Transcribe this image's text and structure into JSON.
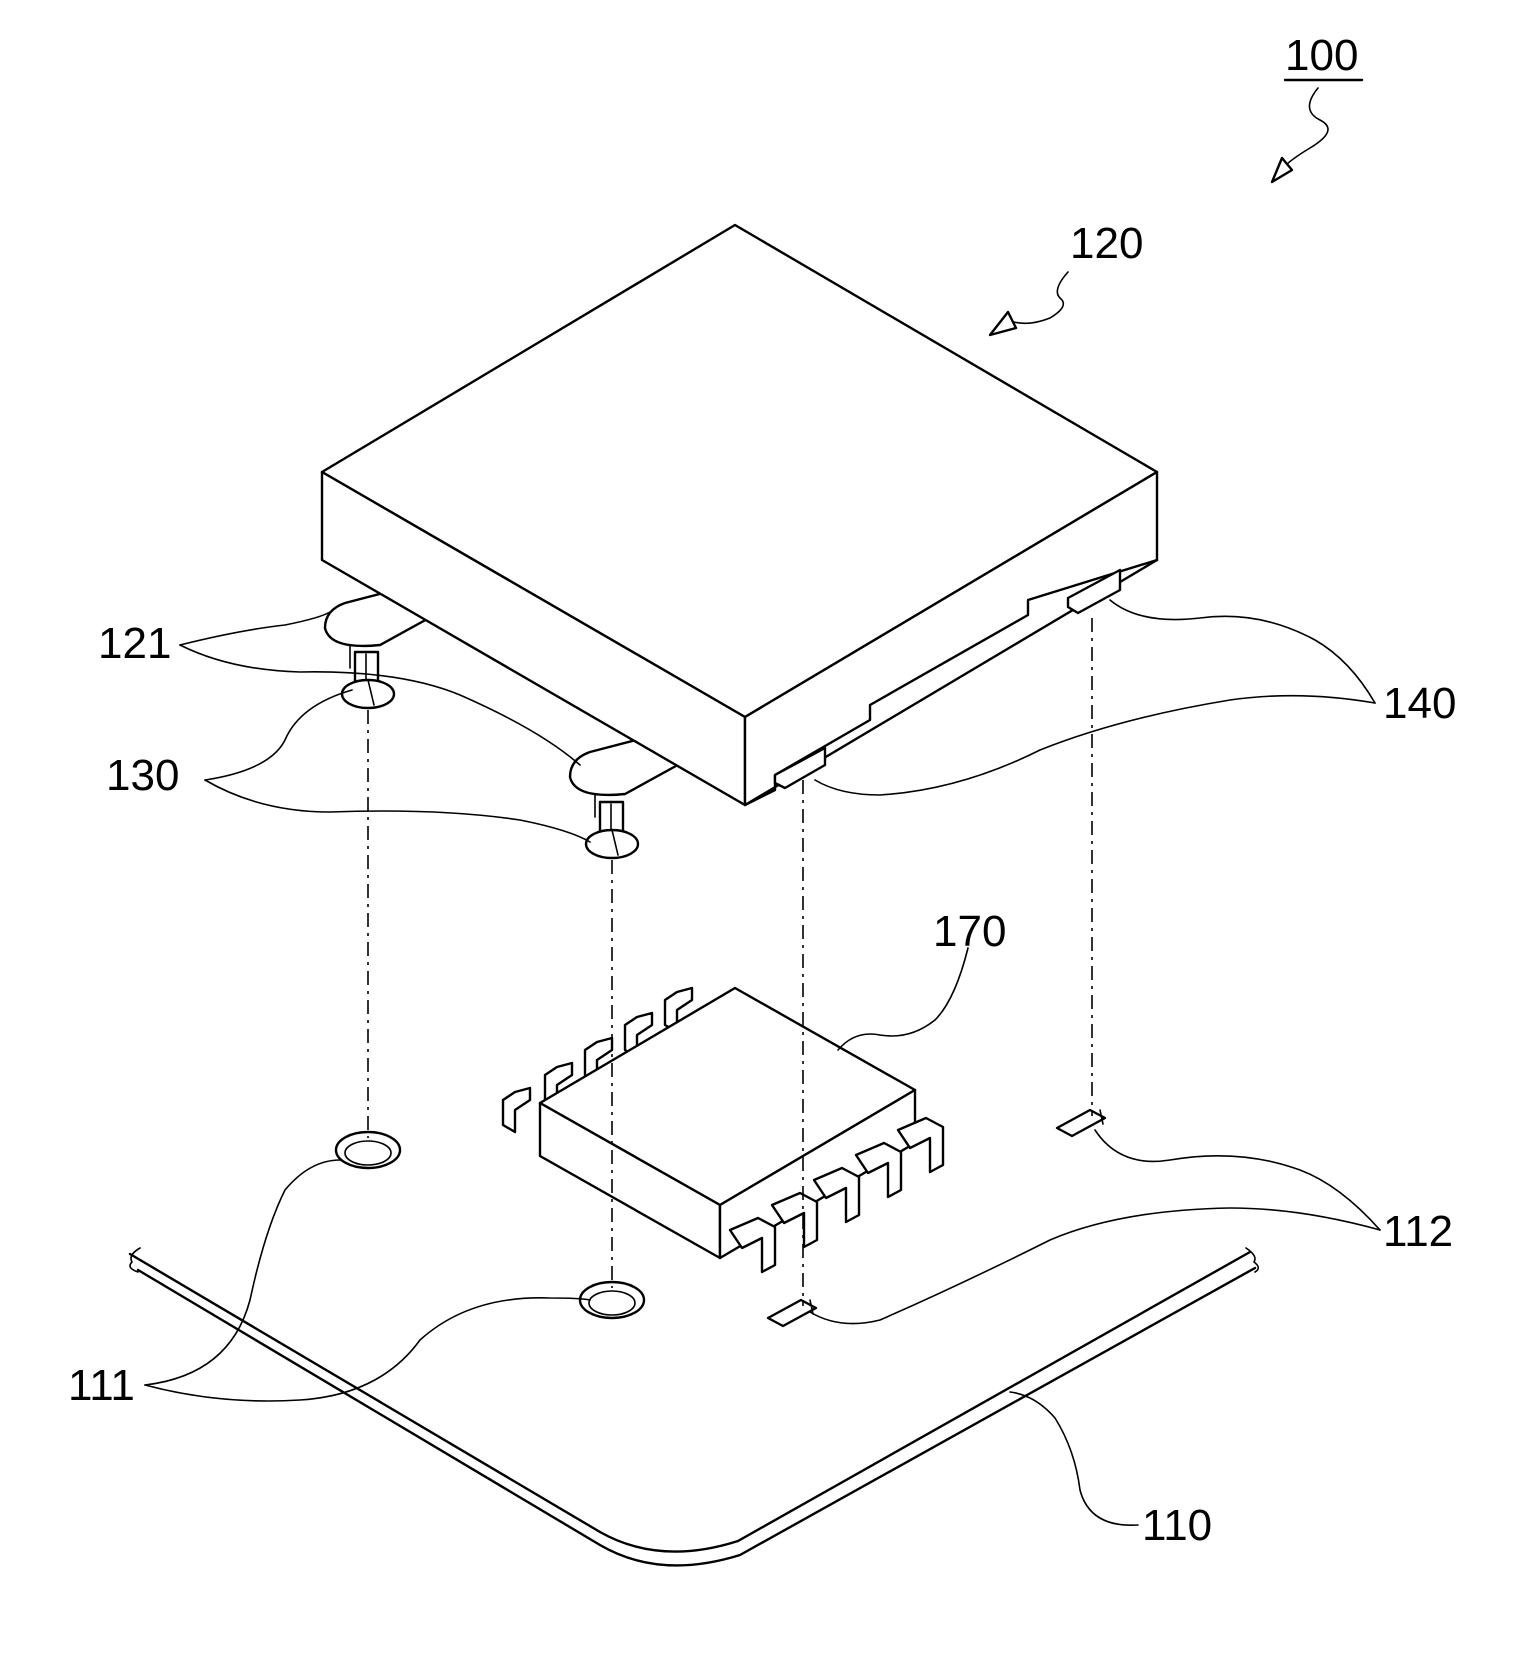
{
  "labels": {
    "ref_100": "100",
    "ref_120": "120",
    "ref_121": "121",
    "ref_130": "130",
    "ref_140": "140",
    "ref_170": "170",
    "ref_112": "112",
    "ref_111": "111",
    "ref_110": "110"
  },
  "colors": {
    "line": "#000000",
    "background": "#ffffff"
  }
}
